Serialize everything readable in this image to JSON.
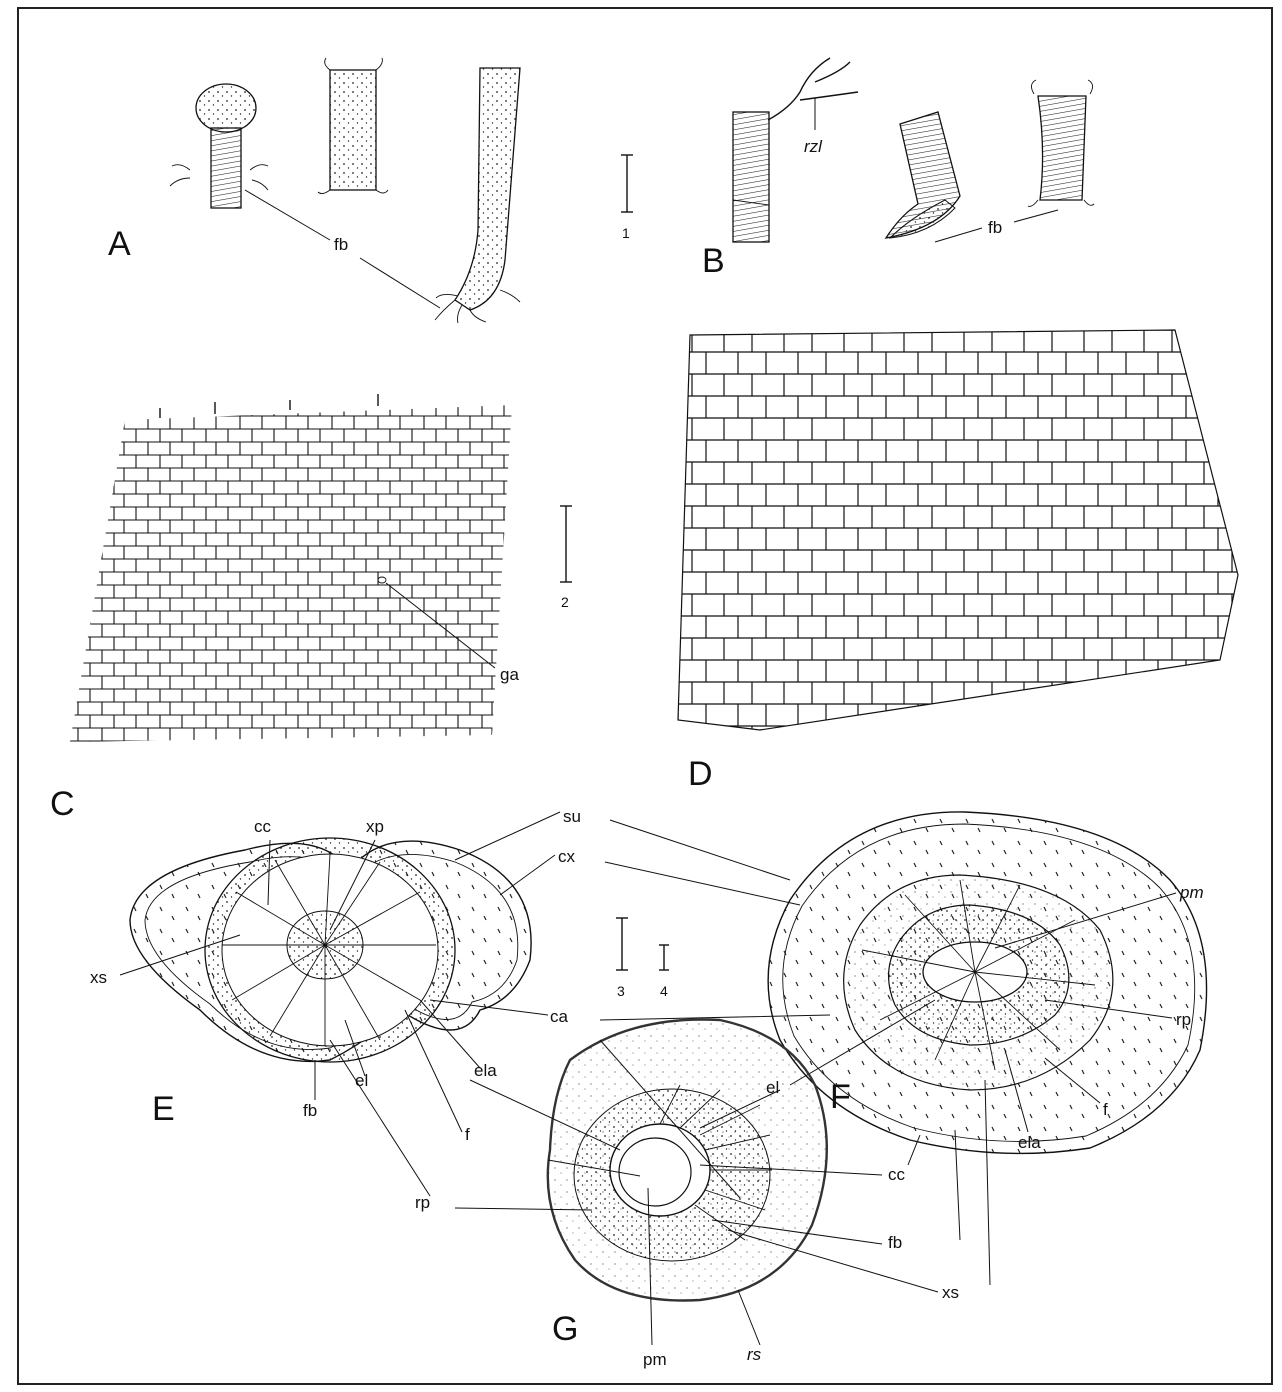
{
  "figure": {
    "panels": [
      "A",
      "B",
      "C",
      "D",
      "E",
      "F",
      "G"
    ],
    "scale_bars": [
      "1",
      "2",
      "3",
      "4"
    ],
    "labels": {
      "A_fb": "fb",
      "B_rzl": "rzl",
      "B_fb": "fb",
      "C_ga": "ga",
      "E_cc": "cc",
      "E_xp": "xp",
      "su": "su",
      "cx": "cx",
      "F_pm": "pm",
      "E_xs": "xs",
      "ca": "ca",
      "F_rp": "rp",
      "E_ela": "ela",
      "F_el": "el",
      "E_el": "el",
      "E_fb": "fb",
      "E_f": "f",
      "F_ela": "ela",
      "F_f": "f",
      "E_rp": "rp",
      "G_cc": "cc",
      "G_fb": "fb",
      "G_xs": "xs",
      "G_pm": "pm",
      "G_rs": "rs"
    }
  },
  "colors": {
    "ink": "#111111",
    "background": "#ffffff",
    "frame": "#222222"
  }
}
